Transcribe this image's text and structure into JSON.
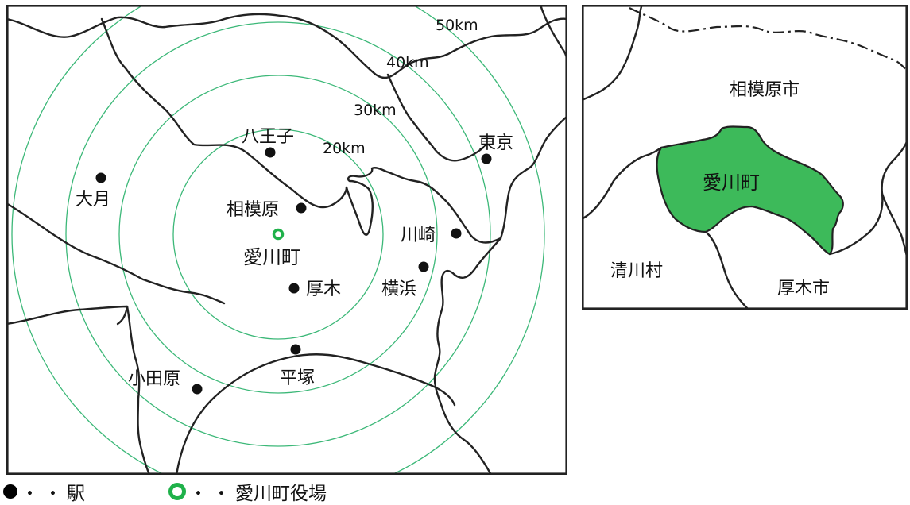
{
  "main_map": {
    "rings": [
      {
        "label": "20km",
        "radius_km": 20
      },
      {
        "label": "30km",
        "radius_km": 30
      },
      {
        "label": "40km",
        "radius_km": 40
      },
      {
        "label": "50km",
        "radius_km": 50
      }
    ],
    "center_label": "愛川町",
    "stations": [
      {
        "id": "hachioji",
        "name": "八王子"
      },
      {
        "id": "sagamihara",
        "name": "相模原"
      },
      {
        "id": "atsugi",
        "name": "厚木"
      },
      {
        "id": "otsuki",
        "name": "大月"
      },
      {
        "id": "tokyo",
        "name": "東京"
      },
      {
        "id": "kawasaki",
        "name": "川崎"
      },
      {
        "id": "yokohama",
        "name": "横浜"
      },
      {
        "id": "hiratsuka",
        "name": "平塚"
      },
      {
        "id": "odawara",
        "name": "小田原"
      }
    ]
  },
  "inset_map": {
    "regions": [
      {
        "id": "sagamihara-city",
        "name": "相模原市"
      },
      {
        "id": "aikawa-town",
        "name": "愛川町",
        "fill": "#3dba5a"
      },
      {
        "id": "kiyokawa-village",
        "name": "清川村"
      },
      {
        "id": "atsugi-city",
        "name": "厚木市"
      }
    ]
  },
  "legend": {
    "station": {
      "marker": "●",
      "separator": "・・",
      "label": "駅"
    },
    "town_hall": {
      "separator": "・・",
      "label": "愛川町役場"
    }
  },
  "colors": {
    "ring": "#3cb878",
    "town_hall_marker": "#1fb14a",
    "aikawa_fill": "#3dba5a",
    "boundary": "#222222"
  }
}
